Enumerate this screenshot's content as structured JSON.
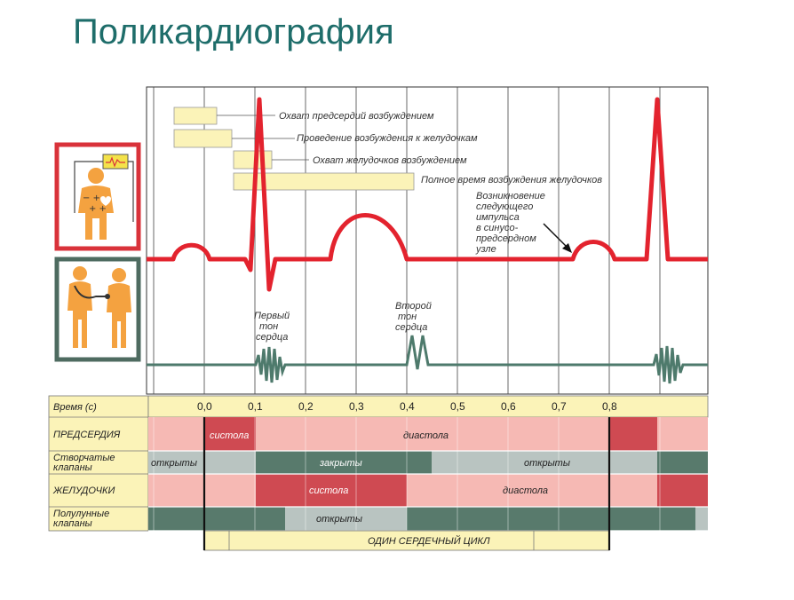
{
  "title": "Поликардиография",
  "annotations": {
    "atria_excitation": "Охват предсердий возбуждением",
    "conduction": "Проведение возбуждения к желудочкам",
    "ventricles_excitation": "Охват желудочков возбуждением",
    "total_time": "Полное время возбуждения желудочков",
    "next_impulse": [
      "Возникновение",
      "следующего",
      "импульса",
      "в синусо-",
      "предсердном",
      "узле"
    ],
    "first_sound": [
      "Первый",
      "тон",
      "сердца"
    ],
    "second_sound": [
      "Второй",
      "тон",
      "сердца"
    ]
  },
  "table": {
    "time_label": "Время (с)",
    "ticks": [
      "0,0",
      "0,1",
      "0,2",
      "0,3",
      "0,4",
      "0,5",
      "0,6",
      "0,7",
      "0,8"
    ],
    "rows": [
      {
        "label": [
          "ПРЕДСЕРДИЯ"
        ],
        "left_text": "систола",
        "right_text": "диастола"
      },
      {
        "label": [
          "Створчатые",
          "клапаны"
        ],
        "left_text": "открыты",
        "mid_text": "закрыты",
        "right_text": "открыты"
      },
      {
        "label": [
          "ЖЕЛУДОЧКИ"
        ],
        "left_text": "систола",
        "right_text": "диастола"
      },
      {
        "label": [
          "Полулунные",
          "клапаны"
        ],
        "mid_text": "открыты"
      }
    ],
    "cycle_label": "ОДИН СЕРДЕЧНЫЙ ЦИКЛ"
  },
  "colors": {
    "ecg": "#e3232e",
    "pcg": "#4e7a6c",
    "title": "#1e6d6a",
    "yellow": "#fbf3b8",
    "pink": "#f6b9b4",
    "red": "#cf4a52",
    "dark_green": "#587a6c",
    "grey": "#b9c4c1"
  },
  "icons": [
    "ecg-patient-icon",
    "stethoscope-doctor-icon"
  ]
}
